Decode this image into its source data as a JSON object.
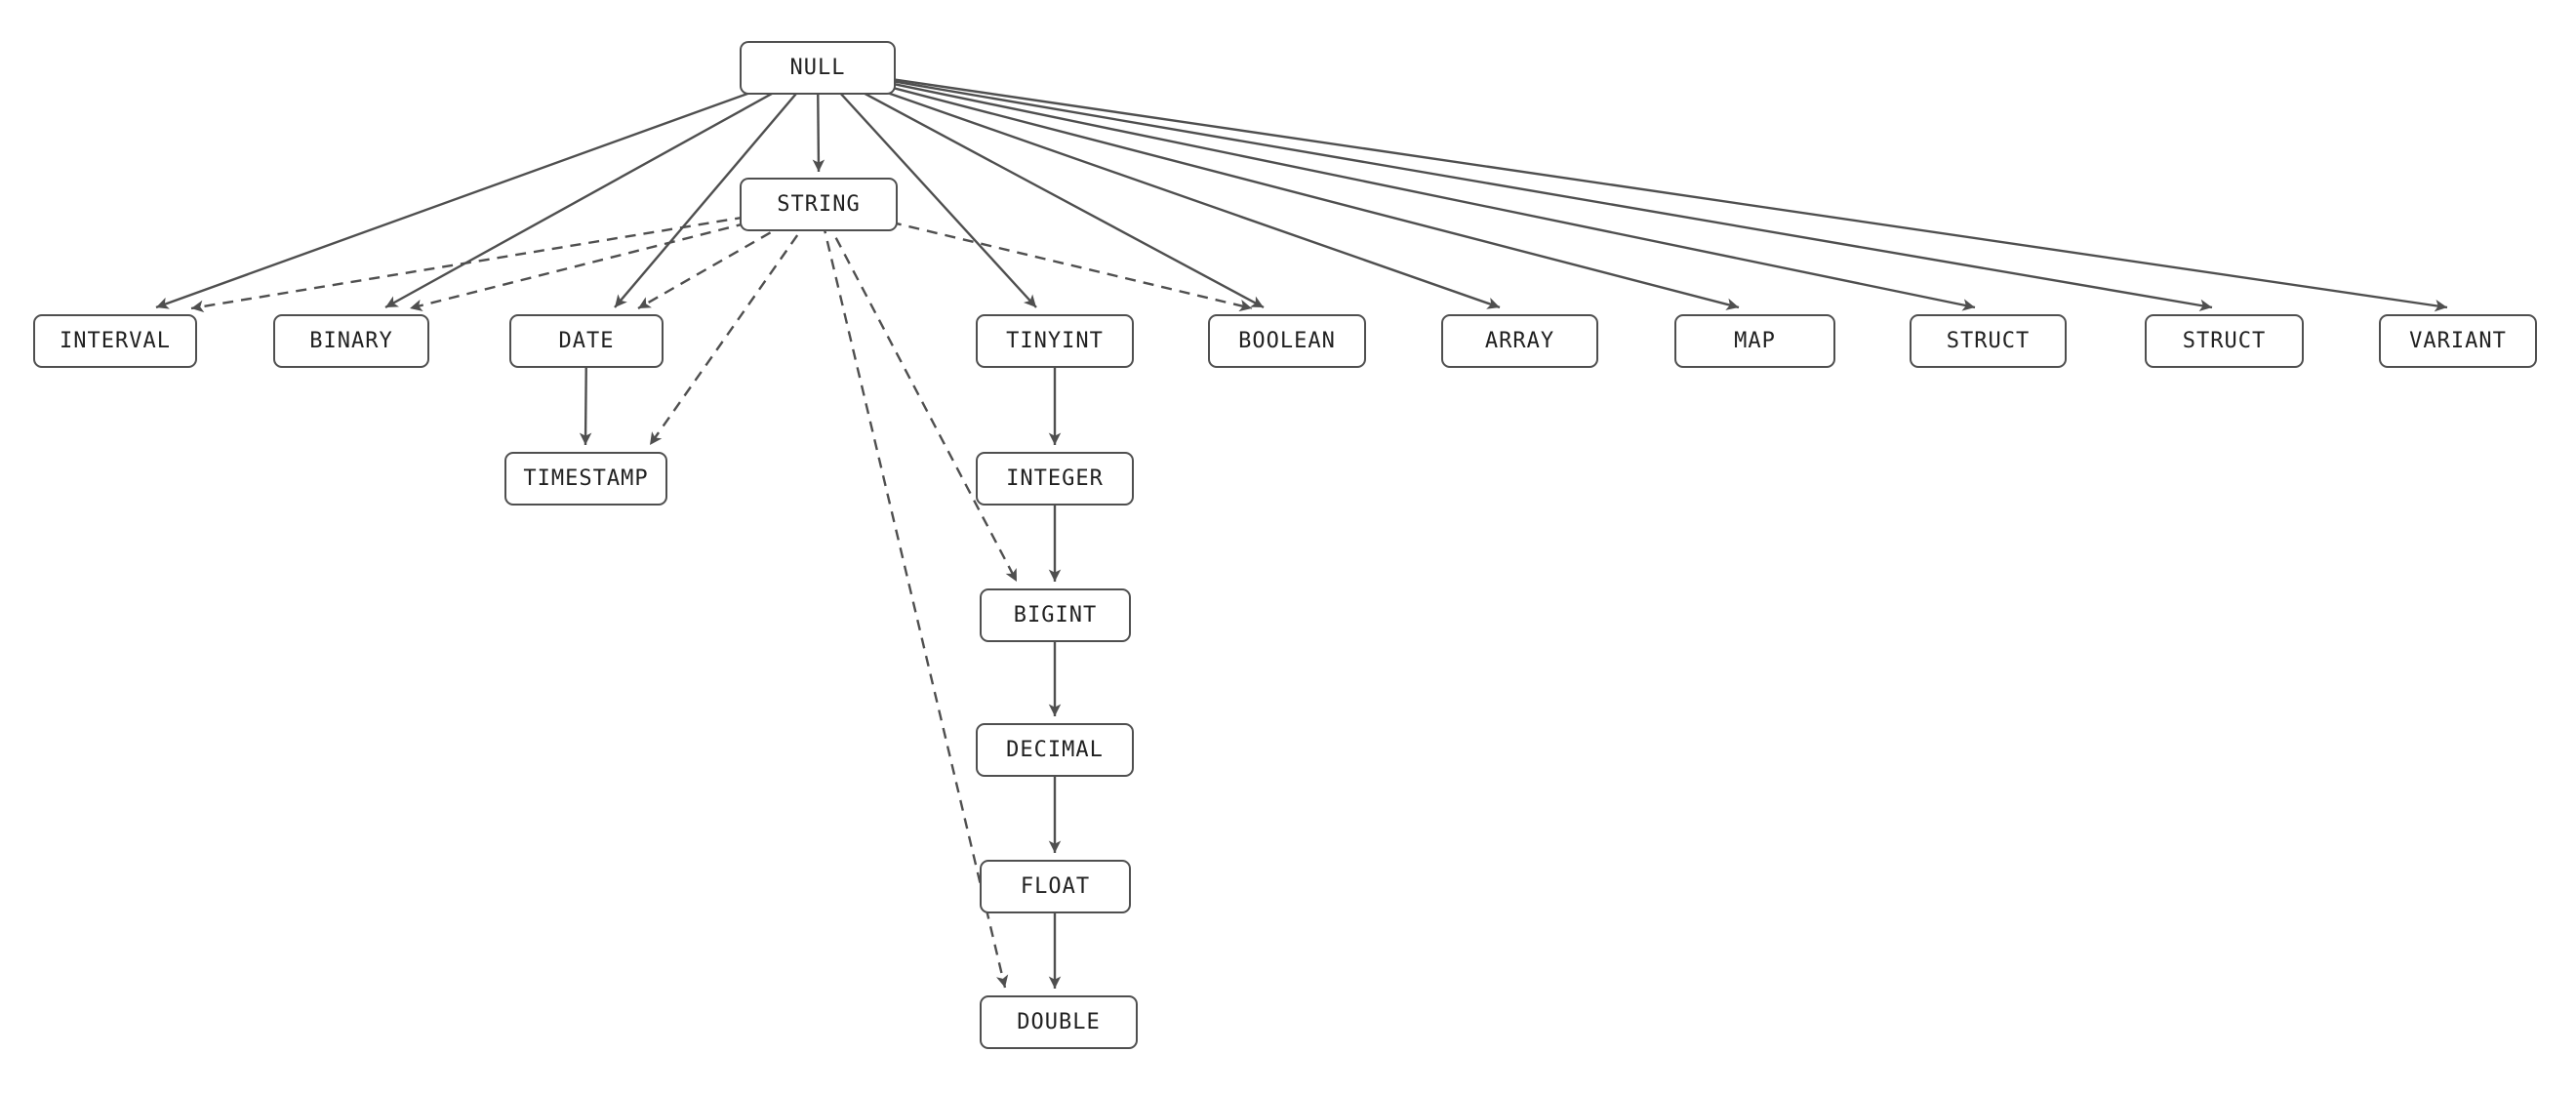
{
  "diagram": {
    "nodes": {
      "null": {
        "label": "NULL"
      },
      "string": {
        "label": "STRING"
      },
      "interval": {
        "label": "INTERVAL"
      },
      "binary": {
        "label": "BINARY"
      },
      "date": {
        "label": "DATE"
      },
      "timestamp": {
        "label": "TIMESTAMP"
      },
      "tinyint": {
        "label": "TINYINT"
      },
      "integer": {
        "label": "INTEGER"
      },
      "bigint": {
        "label": "BIGINT"
      },
      "decimal": {
        "label": "DECIMAL"
      },
      "float": {
        "label": "FLOAT"
      },
      "double": {
        "label": "DOUBLE"
      },
      "boolean": {
        "label": "BOOLEAN"
      },
      "array": {
        "label": "ARRAY"
      },
      "map": {
        "label": "MAP"
      },
      "struct1": {
        "label": "STRUCT"
      },
      "struct2": {
        "label": "STRUCT"
      },
      "variant": {
        "label": "VARIANT"
      }
    },
    "edges": [
      {
        "from": "null",
        "to": "string",
        "style": "solid"
      },
      {
        "from": "null",
        "to": "interval",
        "style": "solid"
      },
      {
        "from": "null",
        "to": "binary",
        "style": "solid"
      },
      {
        "from": "null",
        "to": "date",
        "style": "solid"
      },
      {
        "from": "null",
        "to": "tinyint",
        "style": "solid"
      },
      {
        "from": "null",
        "to": "boolean",
        "style": "solid"
      },
      {
        "from": "null",
        "to": "array",
        "style": "solid"
      },
      {
        "from": "null",
        "to": "map",
        "style": "solid"
      },
      {
        "from": "null",
        "to": "struct1",
        "style": "solid"
      },
      {
        "from": "null",
        "to": "struct2",
        "style": "solid"
      },
      {
        "from": "null",
        "to": "variant",
        "style": "solid"
      },
      {
        "from": "date",
        "to": "timestamp",
        "style": "solid"
      },
      {
        "from": "tinyint",
        "to": "integer",
        "style": "solid"
      },
      {
        "from": "integer",
        "to": "bigint",
        "style": "solid"
      },
      {
        "from": "bigint",
        "to": "decimal",
        "style": "solid"
      },
      {
        "from": "decimal",
        "to": "float",
        "style": "solid"
      },
      {
        "from": "float",
        "to": "double",
        "style": "solid"
      },
      {
        "from": "string",
        "to": "interval",
        "style": "dashed"
      },
      {
        "from": "string",
        "to": "binary",
        "style": "dashed"
      },
      {
        "from": "string",
        "to": "date",
        "style": "dashed"
      },
      {
        "from": "string",
        "to": "timestamp",
        "style": "dashed"
      },
      {
        "from": "string",
        "to": "bigint",
        "style": "dashed"
      },
      {
        "from": "string",
        "to": "double",
        "style": "dashed"
      },
      {
        "from": "string",
        "to": "boolean",
        "style": "dashed"
      }
    ],
    "colors": {
      "background": "#ffffff",
      "node_fill": "#ffffff",
      "node_border": "#4f4f4f",
      "edge": "#4f4f4f",
      "text": "#212121"
    }
  }
}
